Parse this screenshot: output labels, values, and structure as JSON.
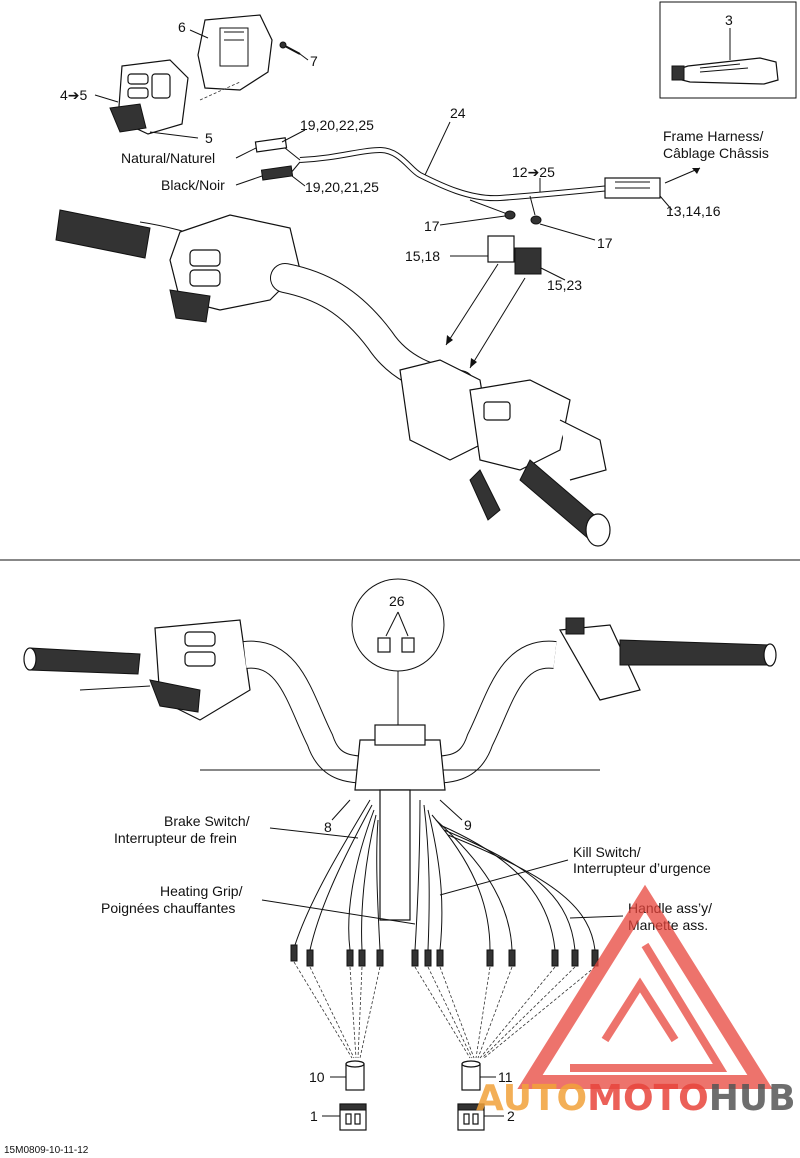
{
  "callouts": {
    "top": {
      "c3": "3",
      "c6": "6",
      "c7": "7",
      "c4to5": "4➔5",
      "c5": "5",
      "c24": "24",
      "c19_20_22_25": "19,20,22,25",
      "c19_20_21_25": "19,20,21,25",
      "c12to25": "12➔25",
      "c13_14_16": "13,14,16",
      "c17a": "17",
      "c17b": "17",
      "c15_18": "15,18",
      "c15_23": "15,23"
    },
    "bottom": {
      "c26": "26",
      "c8": "8",
      "c9": "9",
      "c10": "10",
      "c11": "11",
      "c1": "1",
      "c2": "2"
    }
  },
  "labels": {
    "natural": "Natural/Naturel",
    "black": "Black/Noir",
    "frame_harness_1": "Frame Harness/",
    "frame_harness_2": "Câblage Châssis",
    "brake_switch_1": "Brake Switch/",
    "brake_switch_2": "Interrupteur de frein",
    "kill_switch_1": "Kill Switch/",
    "kill_switch_2": "Interrupteur d’urgence",
    "heating_grip_1": "Heating Grip/",
    "heating_grip_2": "Poignées chauffantes",
    "handle_assy_1": "Handle ass’y/",
    "handle_assy_2": "Manette ass."
  },
  "figure_code": "15M0809-10-11-12",
  "watermark": {
    "part1": "AUTO",
    "part2": "MOTO",
    "part3": "HUB",
    "colors": {
      "auto": "#f2a23a",
      "moto": "#e8453c",
      "hub": "#555555",
      "triangle": "#e8453c"
    }
  }
}
